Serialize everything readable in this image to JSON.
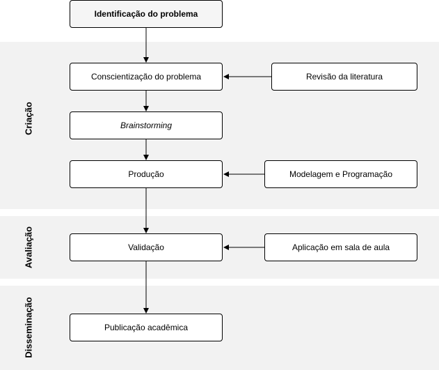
{
  "phases": [
    {
      "label": "Criação"
    },
    {
      "label": "Avaliação"
    },
    {
      "label": "Disseminação"
    }
  ],
  "boxes": {
    "start": "Identificação do problema",
    "awareness": "Conscientização do problema",
    "literature": "Revisão da literatura",
    "brainstorming": "Brainstorming",
    "production": "Produção",
    "modeling": "Modelagem e Programação",
    "validation": "Validação",
    "classroom": "Aplicação em sala de aula",
    "publication": "Publicação acadêmica"
  },
  "colors": {
    "band": "#f2f2f2",
    "box_fill": "#ffffff",
    "header_fill": "#f5f5f5",
    "stroke": "#000000"
  }
}
